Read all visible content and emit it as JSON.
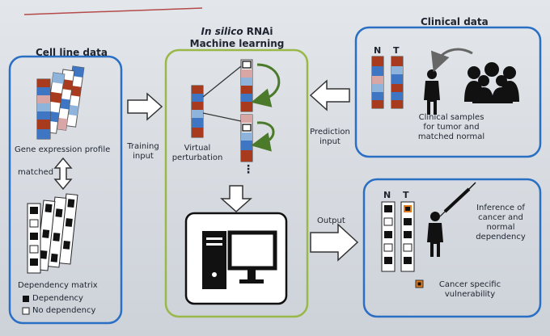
{
  "cell_line": {
    "title": "Cell line data",
    "gene_expression": "Gene expression profile",
    "matched": "matched",
    "dependency_matrix": "Dependency matrix",
    "legend_dependency": "Dependency",
    "legend_no_dependency": "No dependency"
  },
  "training_input": [
    "Training",
    "input"
  ],
  "center": {
    "title_italic": "In silico",
    "title_rest": "RNAi",
    "subtitle": "Machine learning",
    "virtual_perturbation": [
      "Virtual",
      "perturbation"
    ],
    "dots": "⋮"
  },
  "clinical": {
    "title": "Clinical data",
    "n_label": "N",
    "t_label": "T",
    "caption": [
      "Clinical  samples",
      "for tumor and",
      "matched normal"
    ]
  },
  "prediction_input": [
    "Prediction",
    "input"
  ],
  "output_label": "Output",
  "result": {
    "n_label": "N",
    "t_label": "T",
    "inference": [
      "Inference of",
      "cancer and",
      "normal",
      "dependency"
    ],
    "cancer_specific": [
      "Cancer specific",
      "vulnerability"
    ]
  },
  "colors": {
    "blue_box": "#2a6fc4",
    "green_box": "#9ab84a",
    "arc_green": "#4a7a2a",
    "red": "#a83a1e",
    "light_blue": "#8fb4dc",
    "mid_blue": "#3f76c4",
    "pink": "#d9a6a6",
    "highlight": "#e07a1a"
  }
}
